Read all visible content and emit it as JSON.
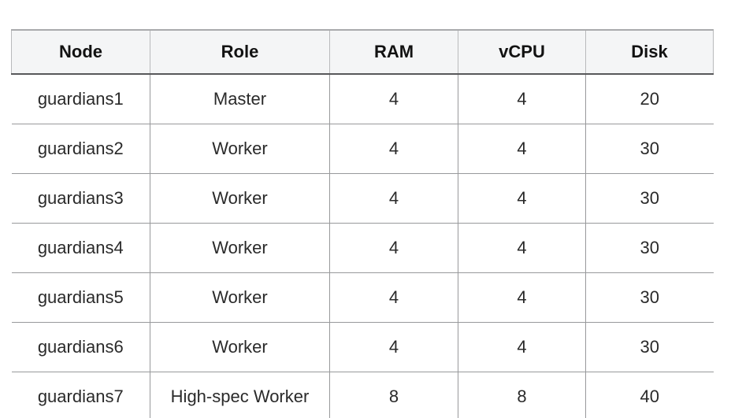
{
  "page": {
    "background": "#ffffff"
  },
  "table": {
    "name": "node-specs-table",
    "columns": [
      {
        "key": "node",
        "label": "Node"
      },
      {
        "key": "role",
        "label": "Role"
      },
      {
        "key": "ram",
        "label": "RAM"
      },
      {
        "key": "vcpu",
        "label": "vCPU"
      },
      {
        "key": "disk",
        "label": "Disk"
      }
    ],
    "rows": [
      {
        "node": "guardians1",
        "role": "Master",
        "ram": "4",
        "vcpu": "4",
        "disk": "20"
      },
      {
        "node": "guardians2",
        "role": "Worker",
        "ram": "4",
        "vcpu": "4",
        "disk": "30"
      },
      {
        "node": "guardians3",
        "role": "Worker",
        "ram": "4",
        "vcpu": "4",
        "disk": "30"
      },
      {
        "node": "guardians4",
        "role": "Worker",
        "ram": "4",
        "vcpu": "4",
        "disk": "30"
      },
      {
        "node": "guardians5",
        "role": "Worker",
        "ram": "4",
        "vcpu": "4",
        "disk": "30"
      },
      {
        "node": "guardians6",
        "role": "Worker",
        "ram": "4",
        "vcpu": "4",
        "disk": "30"
      },
      {
        "node": "guardians7",
        "role": "High-spec Worker",
        "ram": "8",
        "vcpu": "8",
        "disk": "40"
      }
    ],
    "colors": {
      "header_bg": "#f4f5f6",
      "grid_line": "#98999b",
      "header_top_border": "#a9aaac",
      "header_bottom_border": "#58585a",
      "table_bottom_border": "#3a3a3c",
      "header_text": "#121212",
      "cell_text": "#2a2a2a"
    }
  }
}
